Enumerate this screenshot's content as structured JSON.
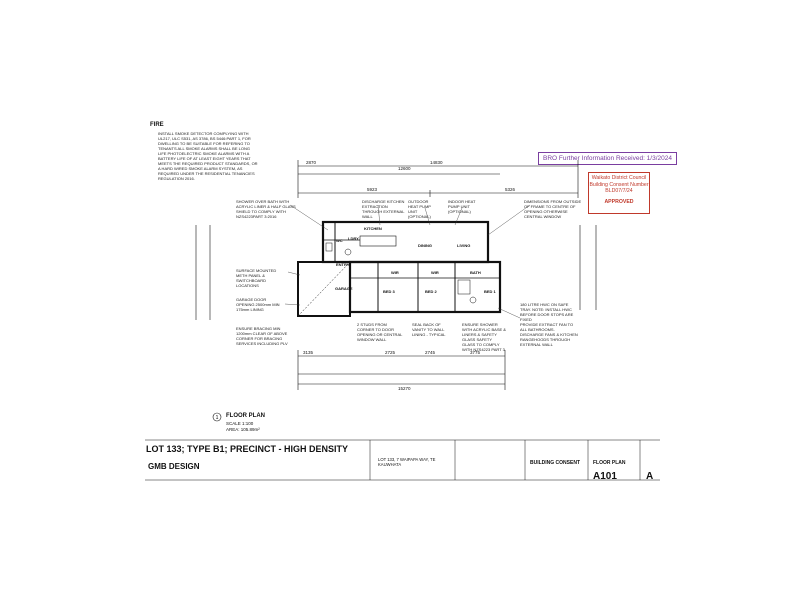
{
  "fire": {
    "title": "FIRE",
    "text": "INSTALL SMOKE DETECTOR COMPLYING WITH UL217, ULC S531, AS 3786, BS 5446:PART 1, FOR DWELLING TO BE SUITABLE FOR REFERING TO TENANTS ALL SMOKE ALARMS SHALL BE LONG LIFE PHOTOELECTRIC SMOKE ALARMS WITH A BATTERY LIFE OF AT LEAST EIGHT YEARS THAT MEETS THE REQUIRED PRODUCT STANDARDS, OR A HARD WIRED SMOKE ALARM SYSTEM, AS REQUIRED UNDER THE RESIDENTIAL TENANCIES REGULATION 2016."
  },
  "stamps": {
    "rfi": "BRO Further Information Received: 1/3/2024",
    "council_line1": "Waikato District Council",
    "council_line2": "Building Consent Number",
    "council_number": "BLD07/7/24",
    "approved": "APPROVED"
  },
  "dimensions": {
    "top_overall": "14830",
    "top_a": "2870",
    "top_b": "12600",
    "top_c": "5923",
    "top_d": "5326",
    "bottom_overall": "15270",
    "bottom_a": "3135",
    "bottom_b": "2725",
    "bottom_c": "2745",
    "bottom_d": "3775"
  },
  "rooms": {
    "dining": "DINING",
    "living": "LIVING",
    "bed3": "BED 3",
    "bed2": "BED 2",
    "bed1": "BED 1",
    "garage": "GARAGE",
    "entry": "ENTRY",
    "wc": "WC",
    "ldry": "LDRY",
    "kitchen": "KITCHEN",
    "wir": "WIR",
    "bath": "BATH"
  },
  "notes": {
    "shower": "SHOWER OVER BATH WITH ACRYLIC LINER & HALF GLASS SHIELD TO COMPLY WITH NZS4223PART 3:2016",
    "discharge": "DISCHARGE KITCHEN EXTRACTION THROUGH EXTERNAL WALL",
    "outdoor_heat": "OUTDOOR HEAT PUMP UNIT (OPTIONAL)",
    "indoor_heat": "INDOOR HEAT PUMP UNIT (OPTIONAL)",
    "dimensions": "DIMENSIONS FROM OUTSIDE OF FRAME TO CENTRE OF OPENING OTHERWISE CENTRAL WINDOW",
    "surface": "SURFACE MOUNTED METH PANEL & SWITCHBOARD LOCATIONS",
    "garage_door": "GARAGE DOOR OPENING 2500mm MIN 175mm LINING",
    "ensure": "ENSURE BRACING MIN 1200mm CLEAR OF ABOVE CORNER FOR BRACING SERVICES INCLUDING PLV",
    "studs": "2 STUDS FROM CORNER TO DOOR OPENING OR CENTRAL WINDOW WALL",
    "seal": "SEAL BACK OF VANITY TO WALL LINING - TYPICAL",
    "ensure_shower": "ENSURE SHOWER WITH ACRYLIC BASE & LINERS & SAFETY GLASS SAFETY GLASS TO COMPLY WITH NZS4223 PART 3",
    "extract": "PROVIDE EXTRACT FAN TO ALL BATHROOMS. DISCHARGE FANS & KITCHEN RANGEHOODS THROUGH EXTERNAL WALL",
    "water_heater": "180 LITRE HWC ON SAFE TRAY. NOTE: INSTALL HWC BEFORE DOOR STOPS ARE FIXED"
  },
  "plan": {
    "number": "1",
    "title": "FLOOR PLAN",
    "scale": "SCALE 1:100",
    "area": "AREA: 105.89m²"
  },
  "title_block": {
    "lot_title": "LOT 133; TYPE B1; PRECINCT - HIGH DENSITY",
    "company": "GMB DESIGN",
    "address": "LOT 133, 7 WAIPAPA WAY, TE KAUWHATA",
    "status": "BUILDING CONSENT",
    "sheet_title": "FLOOR PLAN",
    "sheet_code": "A101",
    "revision": "A"
  },
  "colors": {
    "line": "#111111",
    "rfi_stamp": "#7a3ea0",
    "council_stamp": "#c0392b"
  }
}
